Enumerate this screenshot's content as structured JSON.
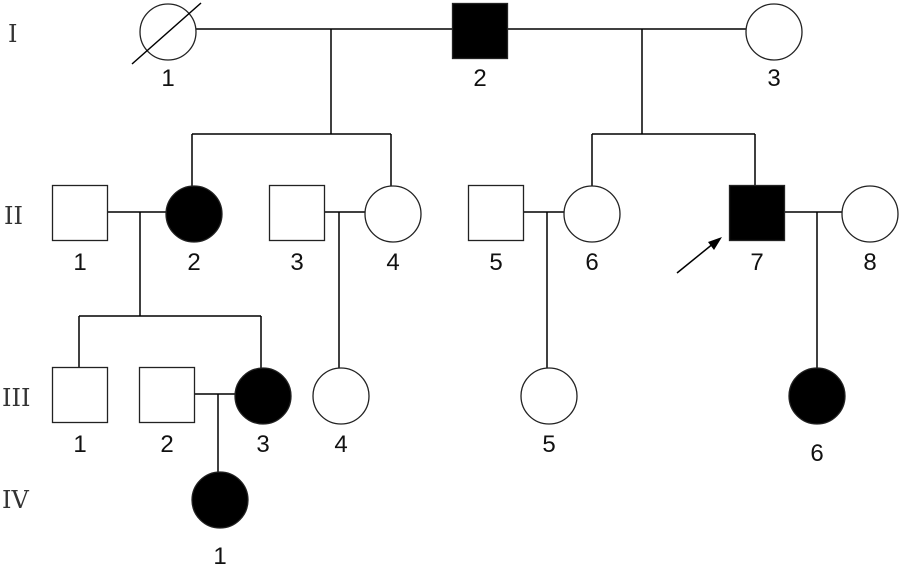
{
  "title": "Pedigree chart",
  "colors": {
    "affected": "#000000",
    "unaffected": "#ffffff",
    "stroke": "#222222"
  },
  "generations": [
    {
      "label": "I"
    },
    {
      "label": "II"
    },
    {
      "label": "III"
    },
    {
      "label": "IV"
    }
  ],
  "individuals": [
    {
      "id": "I-1",
      "label": "1",
      "sex": "female",
      "affected": false,
      "deceased": true
    },
    {
      "id": "I-2",
      "label": "2",
      "sex": "male",
      "affected": true,
      "deceased": false
    },
    {
      "id": "I-3",
      "label": "3",
      "sex": "female",
      "affected": false,
      "deceased": false
    },
    {
      "id": "II-1",
      "label": "1",
      "sex": "male",
      "affected": false
    },
    {
      "id": "II-2",
      "label": "2",
      "sex": "female",
      "affected": true
    },
    {
      "id": "II-3",
      "label": "3",
      "sex": "male",
      "affected": false
    },
    {
      "id": "II-4",
      "label": "4",
      "sex": "female",
      "affected": false
    },
    {
      "id": "II-5",
      "label": "5",
      "sex": "male",
      "affected": false
    },
    {
      "id": "II-6",
      "label": "6",
      "sex": "female",
      "affected": false
    },
    {
      "id": "II-7",
      "label": "7",
      "sex": "male",
      "affected": true,
      "proband": true
    },
    {
      "id": "II-8",
      "label": "8",
      "sex": "female",
      "affected": false
    },
    {
      "id": "III-1",
      "label": "1",
      "sex": "male",
      "affected": false
    },
    {
      "id": "III-2",
      "label": "2",
      "sex": "male",
      "affected": false
    },
    {
      "id": "III-3",
      "label": "3",
      "sex": "female",
      "affected": true
    },
    {
      "id": "III-4",
      "label": "4",
      "sex": "female",
      "affected": false
    },
    {
      "id": "III-5",
      "label": "5",
      "sex": "female",
      "affected": false
    },
    {
      "id": "III-6",
      "label": "6",
      "sex": "female",
      "affected": true
    },
    {
      "id": "IV-1",
      "label": "1",
      "sex": "female",
      "affected": true
    }
  ],
  "marriages": [
    {
      "partners": [
        "I-1",
        "I-2"
      ],
      "children": [
        "II-2",
        "II-4"
      ]
    },
    {
      "partners": [
        "I-2",
        "I-3"
      ],
      "children": [
        "II-6",
        "II-7"
      ]
    },
    {
      "partners": [
        "II-1",
        "II-2"
      ],
      "children": [
        "III-1",
        "III-3"
      ]
    },
    {
      "partners": [
        "II-3",
        "II-4"
      ],
      "children": [
        "III-4"
      ]
    },
    {
      "partners": [
        "II-5",
        "II-6"
      ],
      "children": [
        "III-5"
      ]
    },
    {
      "partners": [
        "II-7",
        "II-8"
      ],
      "children": [
        "III-6"
      ]
    },
    {
      "partners": [
        "III-2",
        "III-3"
      ],
      "children": [
        "IV-1"
      ]
    }
  ]
}
